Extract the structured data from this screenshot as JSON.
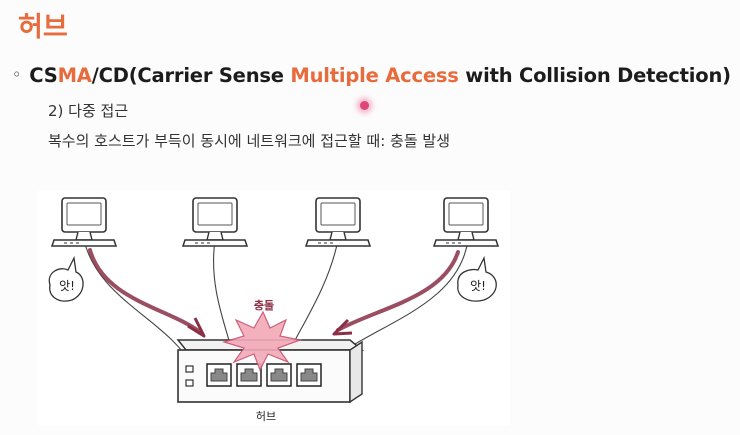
{
  "slide": {
    "title": "허브",
    "bullet": {
      "marker": "◦",
      "segments": [
        {
          "text": "CS",
          "highlight": false
        },
        {
          "text": "MA",
          "highlight": true
        },
        {
          "text": "/CD(Carrier Sense ",
          "highlight": false
        },
        {
          "text": "Multiple Access",
          "highlight": true
        },
        {
          "text": " with Collision Detection)",
          "highlight": false
        }
      ]
    },
    "subheading": "2) 다중 접근",
    "description": "복수의 호스트가 부득이 동시에 네트워크에 접근할 때: 충돌 발생"
  },
  "diagram": {
    "left_bubble": "앗!",
    "right_bubble": "앗!",
    "collision_label": "충돌",
    "hub_label": "허브"
  },
  "colors": {
    "accent": "#e76b3c",
    "arrow": "#8a2f45",
    "burst": "#f2a9b8"
  }
}
